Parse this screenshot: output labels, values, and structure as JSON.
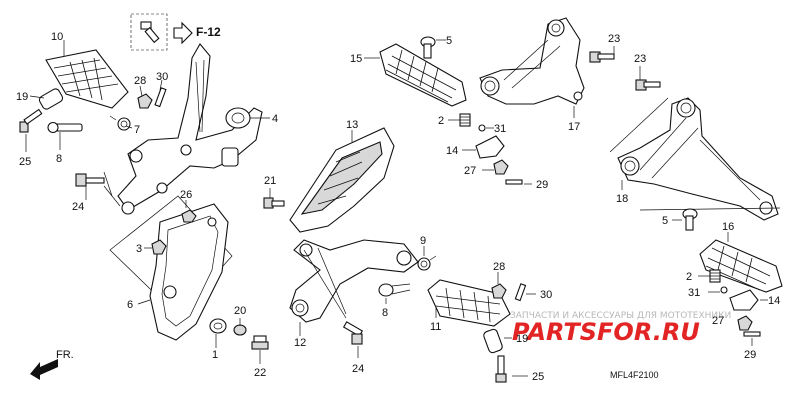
{
  "diagram": {
    "ref_box": {
      "label": "F-12"
    },
    "direction": {
      "label": "FR."
    },
    "drawing_code": "MFL4F2100",
    "watermark": {
      "top": "ЗАПЧАСТИ И АКСЕССУАРЫ ДЛЯ МОТОТЕХНИКИ",
      "brand": "PARTSFOR.RU"
    },
    "callouts": {
      "c10": "10",
      "c19a": "19",
      "c25a": "25",
      "c8a": "8",
      "c28a": "28",
      "c30a": "30",
      "c7": "7",
      "c4": "4",
      "c24a": "24",
      "c26": "26",
      "c3": "3",
      "c6": "6",
      "c1": "1",
      "c20": "20",
      "c22": "22",
      "c15": "15",
      "c5a": "5",
      "c2a": "2",
      "c31a": "31",
      "c14a": "14",
      "c27a": "27",
      "c29a": "29",
      "c13": "13",
      "c21": "21",
      "c9": "9",
      "c8b": "8",
      "c12": "12",
      "c24b": "24",
      "c11": "11",
      "c28b": "28",
      "c30b": "30",
      "c19b": "19",
      "c25b": "25",
      "c17": "17",
      "c23a": "23",
      "c23b": "23",
      "c18": "18",
      "c5b": "5",
      "c16": "16",
      "c2b": "2",
      "c31b": "31",
      "c27b": "27",
      "c14b": "14",
      "c29b": "29"
    }
  }
}
